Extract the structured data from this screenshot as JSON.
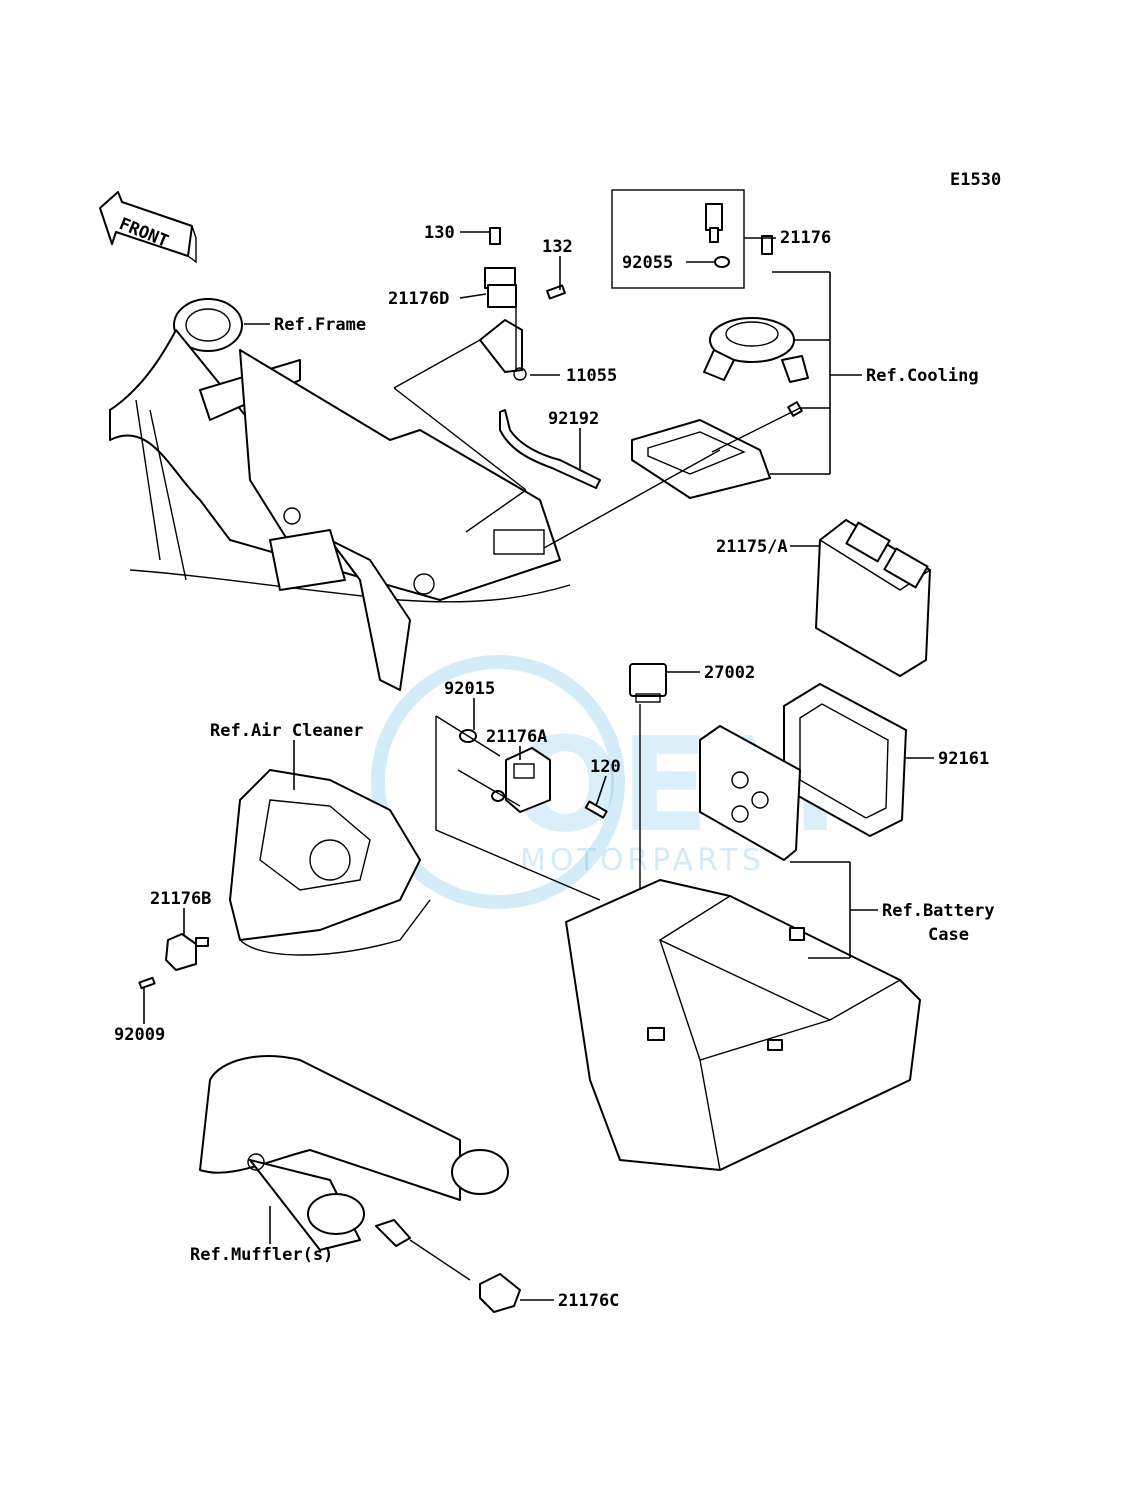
{
  "diagram_code": "E1530",
  "front_label": "FRONT",
  "watermark": {
    "brand": "OEM",
    "sub": "MOTORPARTS",
    "color": "#3aa9e0"
  },
  "part_labels": {
    "p130": "130",
    "p132": "132",
    "p21176D": "21176D",
    "p11055": "11055",
    "p92192": "92192",
    "p21176": "21176",
    "p92055": "92055",
    "p21175A": "21175/A",
    "p27002": "27002",
    "p92015": "92015",
    "p21176A": "21176A",
    "p120": "120",
    "p92161": "92161",
    "p21176B": "21176B",
    "p92009": "92009",
    "p21176C": "21176C"
  },
  "ref_labels": {
    "frame": "Ref.Frame",
    "cooling": "Ref.Cooling",
    "air_cleaner": "Ref.Air Cleaner",
    "battery_case_1": "Ref.Battery",
    "battery_case_2": "Case",
    "mufflers": "Ref.Muffler(s)"
  }
}
